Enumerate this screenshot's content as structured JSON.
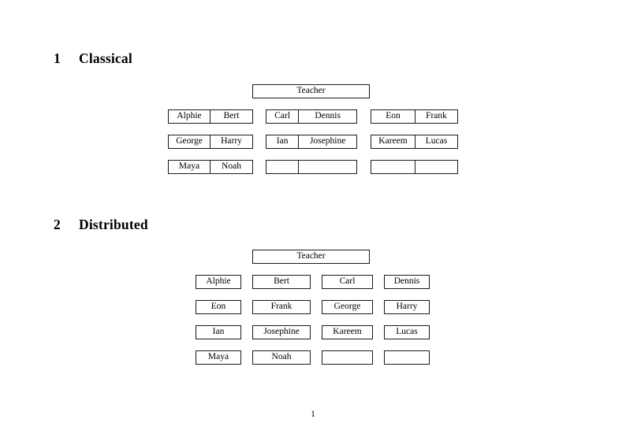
{
  "document": {
    "page_number": "1",
    "sections": [
      {
        "number": "1",
        "title": "Classical",
        "teacher_label": "Teacher",
        "groups": [
          {
            "rows": [
              {
                "left": "Alphie",
                "right": "Bert"
              },
              {
                "left": "George",
                "right": "Harry"
              },
              {
                "left": "Maya",
                "right": "Noah"
              }
            ]
          },
          {
            "rows": [
              {
                "left": "Carl",
                "right": "Dennis"
              },
              {
                "left": "Ian",
                "right": "Josephine"
              },
              {
                "left": "",
                "right": ""
              }
            ]
          },
          {
            "rows": [
              {
                "left": "Eon",
                "right": "Frank"
              },
              {
                "left": "Kareem",
                "right": "Lucas"
              },
              {
                "left": "",
                "right": ""
              }
            ]
          }
        ]
      },
      {
        "number": "2",
        "title": "Distributed",
        "teacher_label": "Teacher",
        "grid": [
          [
            "Alphie",
            "Bert",
            "Carl",
            "Dennis"
          ],
          [
            "Eon",
            "Frank",
            "George",
            "Harry"
          ],
          [
            "Ian",
            "Josephine",
            "Kareem",
            "Lucas"
          ],
          [
            "Maya",
            "Noah",
            "",
            ""
          ]
        ]
      }
    ]
  }
}
